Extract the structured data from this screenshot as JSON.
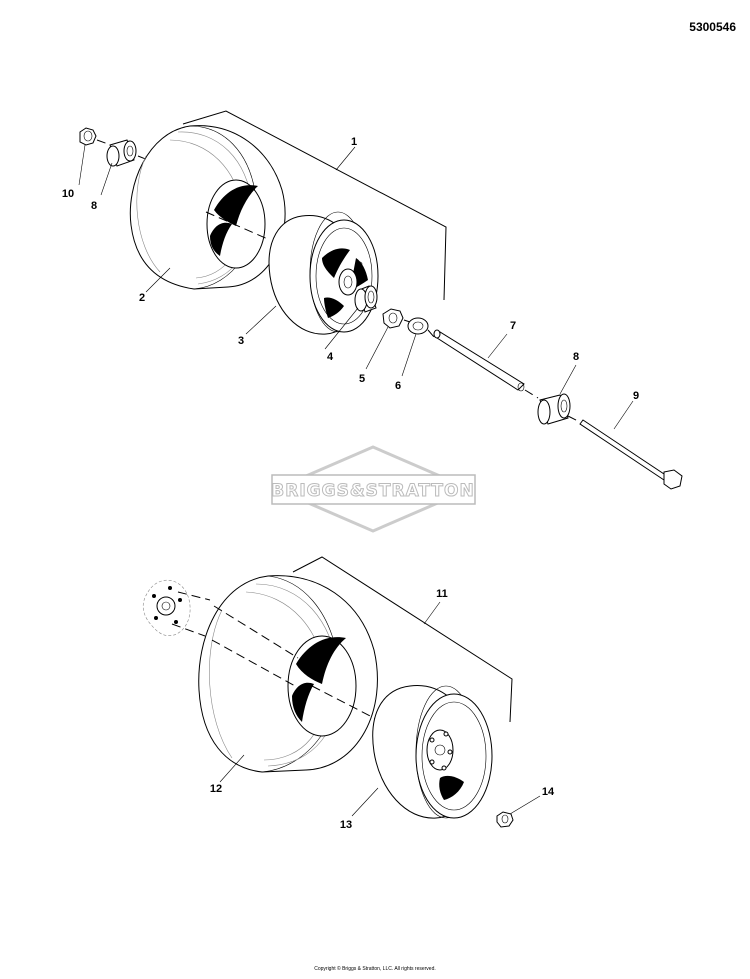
{
  "document": {
    "part_number": "5300546",
    "copyright": "Copyright © Briggs & Stratton, LLC. All rights reserved."
  },
  "watermark": {
    "text": "BRIGGS&STRATTON",
    "kind": "logo"
  },
  "callouts": [
    "1",
    "2",
    "3",
    "4",
    "5",
    "6",
    "7",
    "8",
    "8",
    "9",
    "10",
    "11",
    "12",
    "13",
    "14"
  ]
}
